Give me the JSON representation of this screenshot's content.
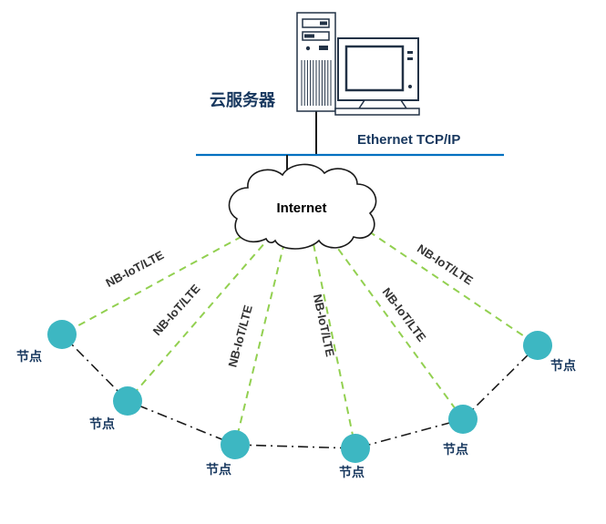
{
  "diagram": {
    "labels": {
      "cloud_server": "云服务器",
      "ethernet": "Ethernet TCP/IP",
      "internet": "Internet"
    },
    "colors": {
      "node_fill": "#3db7c2",
      "link_green": "#92d050",
      "bus_blue": "#0070c0",
      "text_navy": "#17375e",
      "link_text": "#333333",
      "mesh_dark": "#1a1a1a",
      "outline": "#223246"
    },
    "nodes": [
      {
        "label": "节点"
      },
      {
        "label": "节点"
      },
      {
        "label": "节点"
      },
      {
        "label": "节点"
      },
      {
        "label": "节点"
      },
      {
        "label": "节点"
      }
    ],
    "links": [
      {
        "label": "NB-IoT/LTE"
      },
      {
        "label": "NB-IoT/LTE"
      },
      {
        "label": "NB-IoT/LTE"
      },
      {
        "label": "NB-IoT/LTE"
      },
      {
        "label": "NB-IoT/LTE"
      },
      {
        "label": "NB-IoT/LTE"
      }
    ]
  }
}
